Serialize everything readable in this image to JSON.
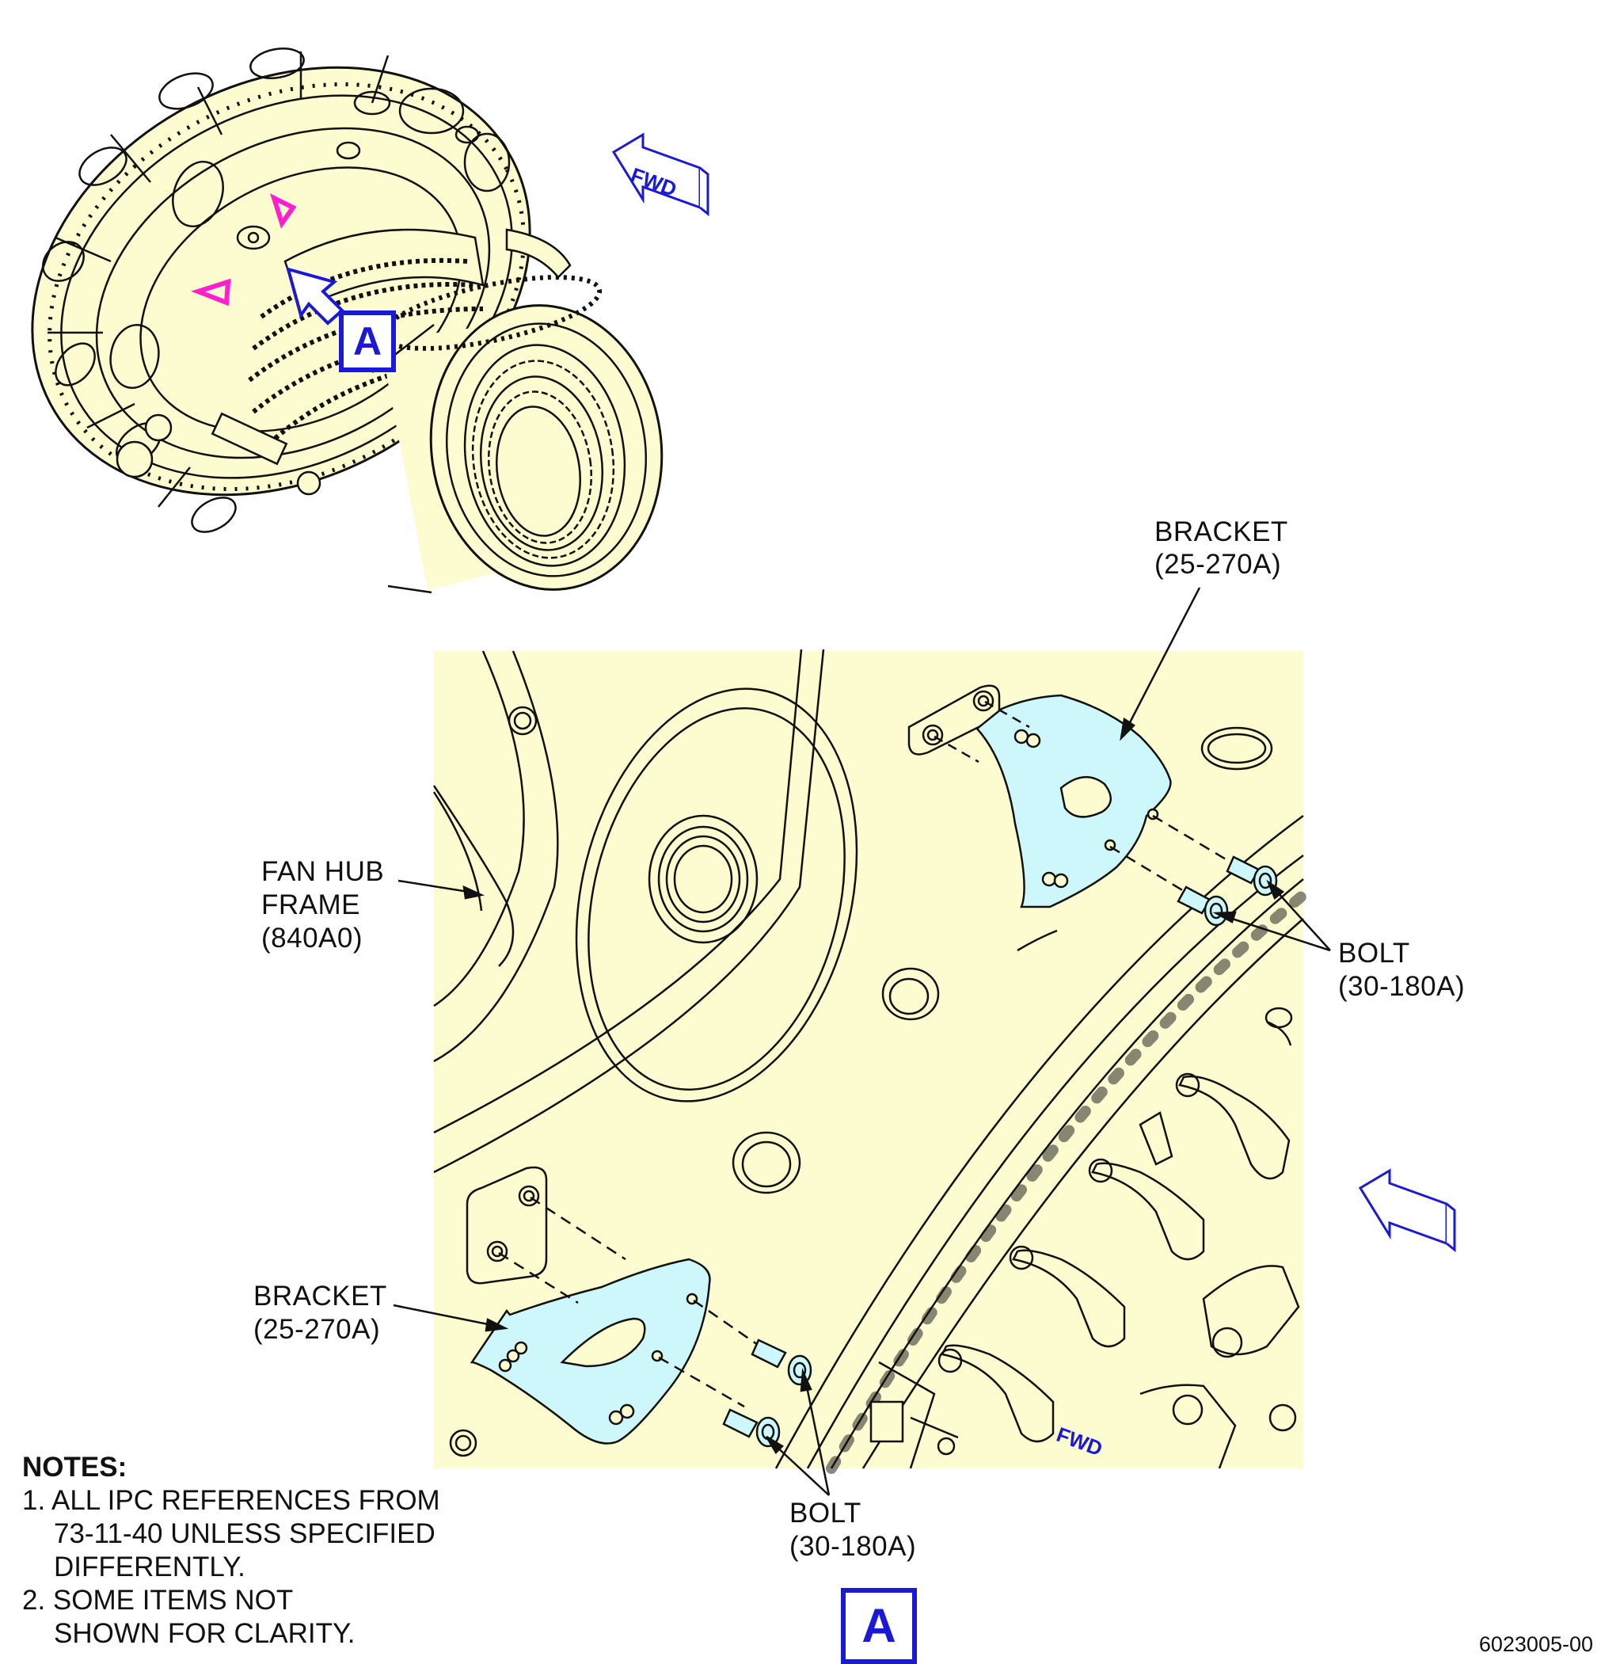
{
  "overview": {
    "fwd_label": "FWD",
    "view_callout": "A"
  },
  "detail": {
    "labels": {
      "bracket_top": {
        "name": "BRACKET",
        "ref": "(25-270A)"
      },
      "bolt_right": {
        "name": "BOLT",
        "ref": "(30-180A)"
      },
      "fan_hub_frame": {
        "line1": "FAN HUB",
        "line2": "FRAME",
        "ref": "(840A0)"
      },
      "bracket_bottom": {
        "name": "BRACKET",
        "ref": "(25-270A)"
      },
      "bolt_bottom": {
        "name": "BOLT",
        "ref": "(30-180A)"
      }
    },
    "fwd_label": "FWD",
    "view_label": "A"
  },
  "notes": {
    "heading": "NOTES:",
    "note1_line1": "1. ALL IPC REFERENCES FROM",
    "note1_line2": "73-11-40 UNLESS SPECIFIED",
    "note1_line3": "DIFFERENTLY.",
    "note2_line1": "2. SOME ITEMS NOT",
    "note2_line2": "SHOWN FOR CLARITY."
  },
  "figure_number": "6023005-00",
  "colors": {
    "part_fill": "#fdfbd0",
    "bracket_fill": "#cdf7fb",
    "callout_blue": "#1a1ad6",
    "location_marker": "#ff1fce"
  }
}
